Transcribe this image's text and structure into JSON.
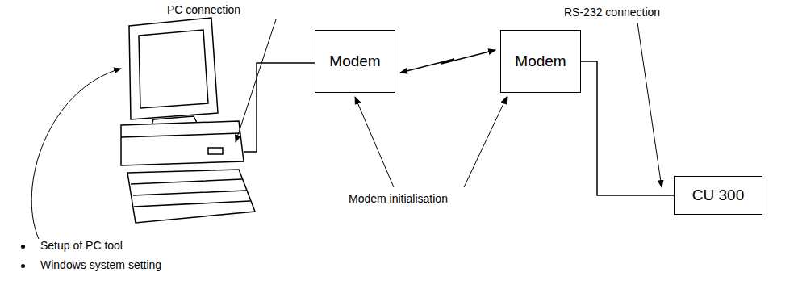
{
  "diagram": {
    "nodes": [
      {
        "text": [
          "Modem"
        ]
      },
      {
        "text": [
          "Modem"
        ]
      },
      {
        "text": [
          "CU 300"
        ]
      }
    ],
    "edges": [
      {
        "from": 0,
        "to": 1,
        "arrow": "both"
      },
      {
        "from": 1,
        "to": 2,
        "arrow": "none"
      }
    ],
    "labels": [
      "PC connection",
      "RS-232 connection",
      "Modem initialisation",
      "Setup of PC tool",
      "Windows system setting"
    ]
  }
}
